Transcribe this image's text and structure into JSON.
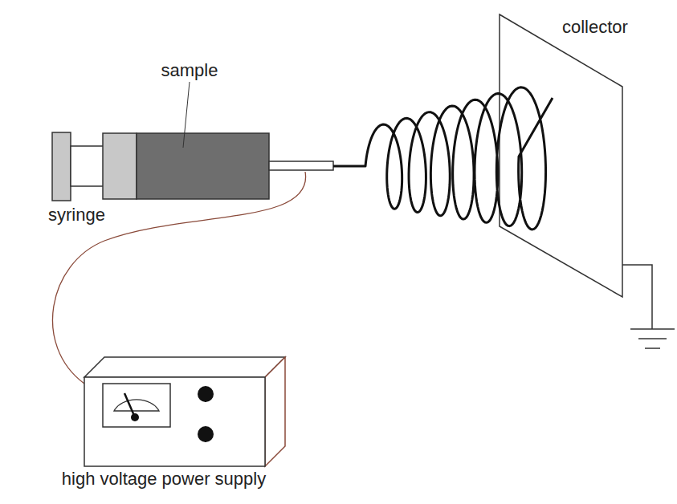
{
  "diagram": {
    "labels": [
      "sample",
      "syringe",
      "collector",
      "high voltage power supply"
    ]
  }
}
